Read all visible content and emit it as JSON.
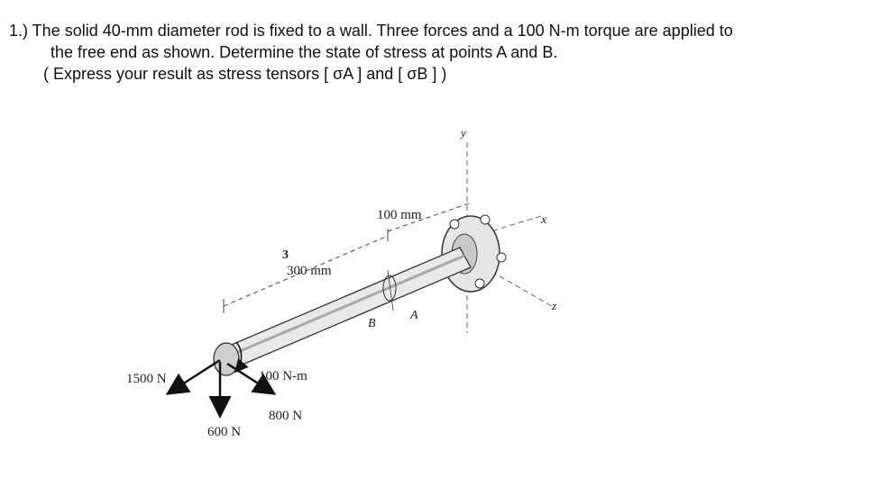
{
  "problem": {
    "line1": "1.) The solid 40-mm diameter rod is fixed to a wall.  Three forces and a 100 N-m torque are applied to",
    "line2": "the free end as shown.  Determine the state of stress at points A and B.",
    "line3": "( Express your result as stress tensors [ σA ] and [ σB ] )"
  },
  "figure": {
    "dim_100mm": "100 mm",
    "dim_300mm": "300 mm",
    "dim_300mm_prefix": "3",
    "axis_x": "x",
    "axis_y": "y",
    "axis_z": "z",
    "point_a": "A",
    "point_b": "B",
    "force_1500": "1500 N",
    "force_600": "600 N",
    "force_800": "800 N",
    "torque_100": "100 N-m"
  }
}
